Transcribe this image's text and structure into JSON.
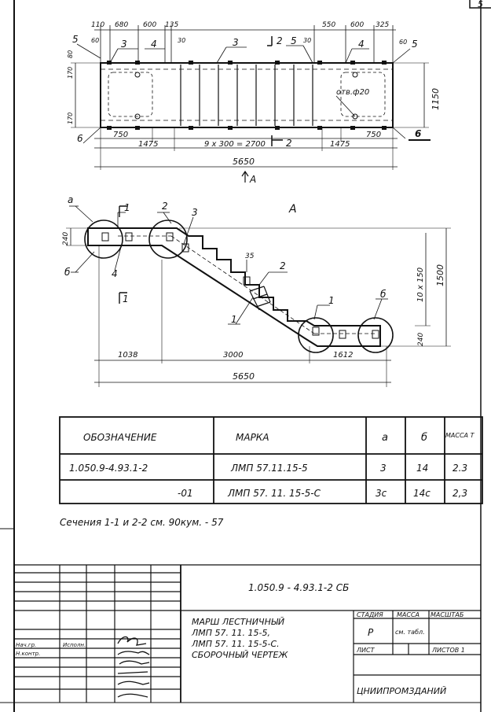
{
  "page_number": "5",
  "plan_view": {
    "top_dims": [
      "110",
      "680",
      "600",
      "135",
      "550",
      "600",
      "325"
    ],
    "small_dims": [
      "60",
      "30",
      "30",
      "60"
    ],
    "callouts": [
      "5",
      "3",
      "4",
      "3",
      "2",
      "5",
      "4",
      "5"
    ],
    "left_dims": [
      "170",
      "80",
      "170"
    ],
    "hole_label": "отв.ф20",
    "height_dim": "1150",
    "bottom_segments": [
      "750",
      "1475",
      "9 x 300 = 2700",
      "1475",
      "750"
    ],
    "section_mark": "2",
    "left_marker": "6",
    "right_marker": "6",
    "total_length": "5650",
    "view_arrow_label": "A"
  },
  "elevation_view": {
    "title": "A",
    "callouts": [
      "а",
      "1",
      "2",
      "3",
      "б",
      "4",
      "1",
      "35",
      "2",
      "1",
      "1",
      "б"
    ],
    "dim_left": "240",
    "dim_right_low": "240",
    "step_dim": "10 x 150",
    "height_total": "1500",
    "bottom_segments": [
      "1038",
      "3000",
      "1612"
    ],
    "total_length": "5650"
  },
  "spec_table": {
    "headers": [
      "ОБОЗНАЧЕНИЕ",
      "МАРКА",
      "а",
      "б",
      "МАССА Т"
    ],
    "rows": [
      [
        "1.050.9-4.93.1-2",
        "ЛМП 57.11.15-5",
        "3",
        "14",
        "2.3"
      ],
      [
        "-01",
        "ЛМП 57. 11. 15-5-С",
        "3с",
        "14с",
        "2,3"
      ]
    ]
  },
  "note": "Сечения 1-1 и 2-2  см. 90кум. - 57",
  "title_block": {
    "code": "1.050.9 - 4.93.1-2  СБ",
    "description": [
      "МАРШ ЛЕСТНИЧНЫЙ",
      "ЛМП 57. 11. 15-5,",
      "ЛМП 57. 11. 15-5-С.",
      "СБОРОЧНЫЙ ЧЕРТЕЖ"
    ],
    "stage_header": "СТАДИЯ",
    "mass_header": "МАССА",
    "scale_header": "МАСШТАБ",
    "stage": "Р",
    "mass": "см. табл.",
    "sheet_label": "ЛИСТ",
    "sheets_label": "ЛИСТОВ 1",
    "organization": "ЦНИИПРОМЗДАНИЙ",
    "signatures": [
      "Нач.гр.",
      "Н.контр.",
      "Исполн."
    ]
  }
}
